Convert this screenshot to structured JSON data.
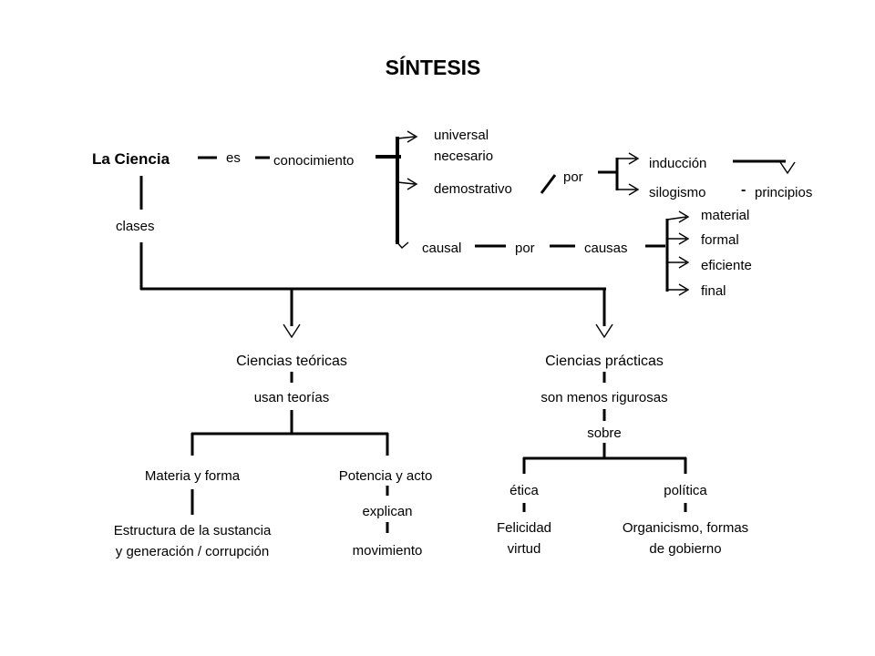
{
  "title": "SÍNTESIS",
  "nodes": {
    "la_ciencia": "La Ciencia",
    "es": "es",
    "conocimiento": "conocimiento",
    "universal": "universal",
    "necesario": "necesario",
    "demostrativo": "demostrativo",
    "por_1": "por",
    "induccion": "inducción",
    "silogismo": "silogismo",
    "dash": "-",
    "principios": "principios",
    "causal": "causal",
    "por_2": "por",
    "causas": "causas",
    "material": "material",
    "formal": "formal",
    "eficiente": "eficiente",
    "final": "final",
    "clases": "clases",
    "ciencias_teoricas": "Ciencias teóricas",
    "usan_teorias": "usan teorías",
    "materia_y_forma": "Materia y forma",
    "potencia_y_acto": "Potencia y acto",
    "estructura_1": "Estructura de la sustancia",
    "estructura_2": "y generación / corrupción",
    "explican": "explican",
    "movimiento": "movimiento",
    "ciencias_practicas": "Ciencias prácticas",
    "son_menos_rigurosas": "son menos rigurosas",
    "sobre": "sobre",
    "etica": "ética",
    "politica": "política",
    "felicidad": "Felicidad",
    "virtud": "virtud",
    "organicismo_1": "Organicismo, formas",
    "organicismo_2": "de gobierno"
  }
}
